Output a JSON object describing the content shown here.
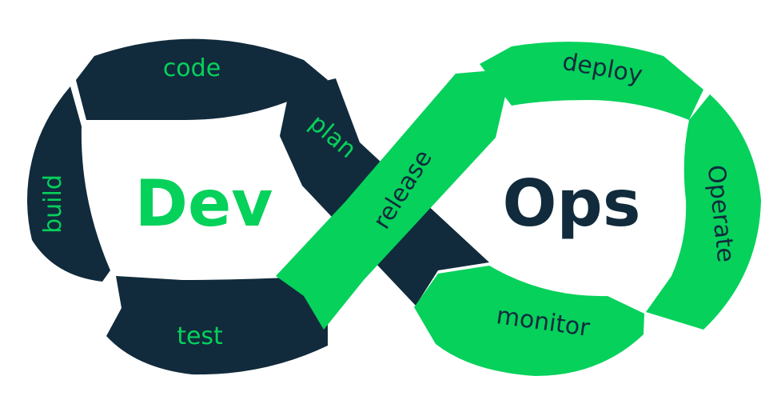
{
  "colors": {
    "dark": "#112b3c",
    "green": "#06d15b",
    "background": "#ffffff"
  },
  "dev": {
    "title": "Dev",
    "stages": {
      "code": "code",
      "build": "build",
      "test": "test",
      "plan": "plan"
    }
  },
  "ops": {
    "title": "Ops",
    "stages": {
      "deploy": "deploy",
      "operate": "Operate",
      "monitor": "monitor",
      "release": "release"
    }
  }
}
